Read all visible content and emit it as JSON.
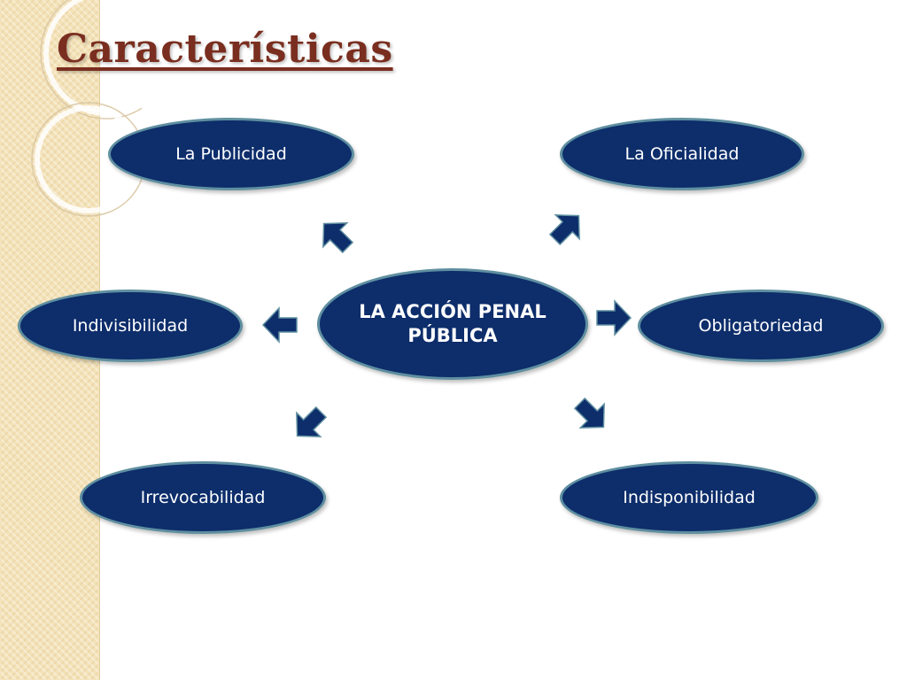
{
  "slide": {
    "title": "Características"
  },
  "diagram": {
    "center": {
      "label": "LA ACCIÓN PENAL PÚBLICA"
    },
    "nodes": [
      {
        "id": "publicidad",
        "label": "La Publicidad"
      },
      {
        "id": "oficialidad",
        "label": "La Oficialidad"
      },
      {
        "id": "indivisibilidad",
        "label": "Indivisibilidad"
      },
      {
        "id": "obligatoriedad",
        "label": "Obligatoriedad"
      },
      {
        "id": "irrevocabilidad",
        "label": "Irrevocabilidad"
      },
      {
        "id": "indisponibilidad",
        "label": "Indisponibilidad"
      }
    ],
    "colors": {
      "node_fill": "#0d2d6b",
      "node_border": "#5f8fa0",
      "title": "#7a2e1f",
      "arrow": "#0d2d6b"
    }
  }
}
